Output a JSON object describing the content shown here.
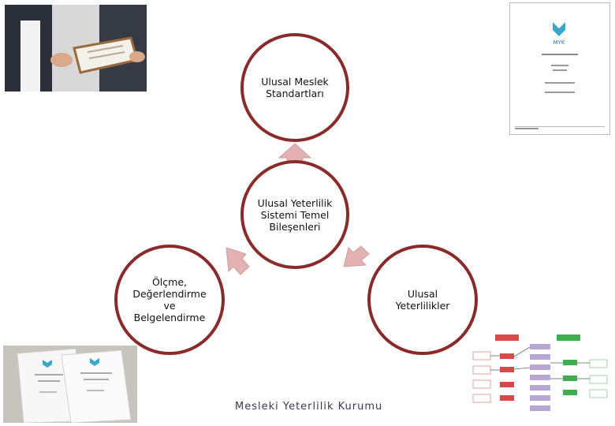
{
  "diagram": {
    "center_label": "Ulusal Yeterlilik\nSistemi Temel\nBileşenleri",
    "top_label": "Ulusal Meslek\nStandartları",
    "left_label": "Ölçme,\nDeğerlendirme\nve\nBelgelendirme",
    "right_label": "Ulusal\nYeterlilikler",
    "border_color": "#8b2a2a",
    "arrow_color": "#e3b1b1"
  },
  "document_thumbnail": {
    "logo_text": "MYK"
  },
  "footer": {
    "organization": "Mesleki Yeterlilik Kurumu"
  }
}
